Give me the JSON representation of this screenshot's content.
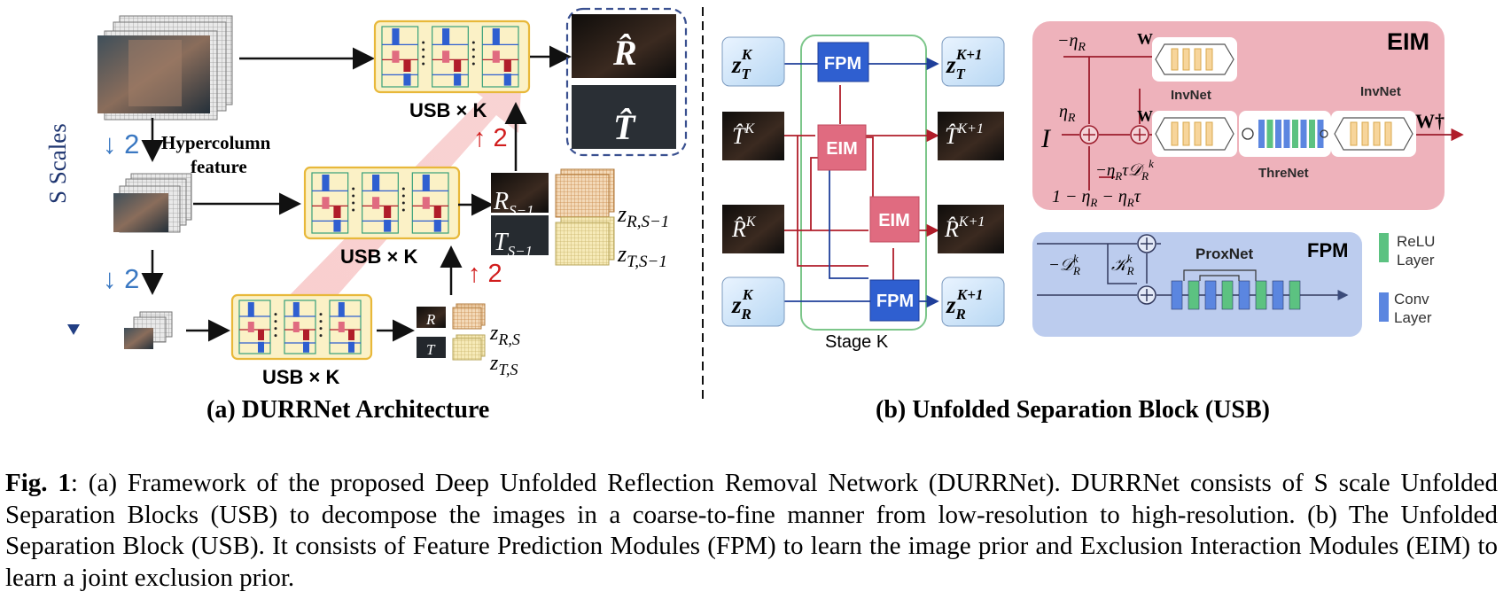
{
  "panel_a": {
    "title": "(a) DURRNet Architecture",
    "axis_label": "S Scales",
    "down_factor": "↓ 2",
    "up_factor": "↑ 2",
    "hypercolumn": "Hypercolumn",
    "hypercolumn2": "feature",
    "usb": "USB × K",
    "r_hat": "R̂",
    "t_hat": "T̂",
    "r_s1": "R",
    "r_s1_sub": "S−1",
    "t_s1": "T",
    "t_s1_sub": "S−1",
    "z_r_s1": "z",
    "z_r_s1_sub": "R,S−1",
    "z_t_s1": "z",
    "z_t_s1_sub": "T,S−1",
    "r_s": "R",
    "t_s": "T",
    "z_r_s": "z",
    "z_r_s_sub": "R,S",
    "z_t_s": "z",
    "z_t_s_sub": "T,S"
  },
  "panel_b": {
    "title": "(b) Unfolded Separation Block (USB)",
    "stage_label": "Stage K",
    "fpm": "FPM",
    "eim": "EIM",
    "inputs": {
      "zT": {
        "main": "z",
        "sub": "T",
        "sup": "K"
      },
      "T": {
        "main": "T̂",
        "sup": "K"
      },
      "R": {
        "main": "R̂",
        "sup": "K"
      },
      "zR": {
        "main": "z",
        "sub": "R",
        "sup": "K"
      }
    },
    "outputs": {
      "zT": {
        "main": "z",
        "sub": "T",
        "sup": "K+1"
      },
      "T": {
        "main": "T̂",
        "sup": "K+1"
      },
      "R": {
        "main": "R̂",
        "sup": "K+1"
      },
      "zR": {
        "main": "z",
        "sub": "R",
        "sup": "K+1"
      }
    },
    "eim_panel": {
      "title": "EIM",
      "minus_eta": "−η",
      "minus_eta_sub": "R",
      "eta": "η",
      "eta_sub": "R",
      "input": "I",
      "w": "W",
      "w_dagger": "W†",
      "minus_eta_tau_d": "−η",
      "minus_eta_tau_d_rest": "τ𝒟",
      "one_minus": "1 − η",
      "one_minus_rest": " − η",
      "one_minus_tau": "τ",
      "invnet": "InvNet",
      "threnet": "ThreNet"
    },
    "fpm_panel": {
      "title": "FPM",
      "neg_d": "−𝒟",
      "k": "𝒦",
      "proxnet": "ProxNet"
    },
    "legend": {
      "relu": [
        "ReLU",
        "Layer"
      ],
      "conv": [
        "Conv",
        "Layer"
      ]
    }
  },
  "caption": {
    "label": "Fig. 1",
    "text": ": (a) Framework of the proposed Deep Unfolded Reflection Removal Network (DURRNet). DURRNet consists of S scale Unfolded Separation Blocks (USB) to decompose the images in a coarse-to-fine manner from low-resolution to high-resolution. (b) The Unfolded Separation Block (USB). It consists of Feature Prediction Modules (FPM) to learn the image prior and Exclusion Interaction Modules (EIM) to learn a joint exclusion prior."
  },
  "colors": {
    "fpm_blue": "#2f5fd0",
    "eim_pink": "#e06b80",
    "eim_bg": "#eeb2bb",
    "fpm_bg": "#bcccee",
    "usb_yellow": "#fbf1c6",
    "usb_border": "#e8b83a",
    "stage_green": "#7cc68a",
    "relu_green": "#5cc281",
    "conv_blue": "#5b86e0",
    "invnet_orange": "#f7d59b",
    "red_arrow": "#d11d1d",
    "scale_blue": "#3a78c2"
  }
}
